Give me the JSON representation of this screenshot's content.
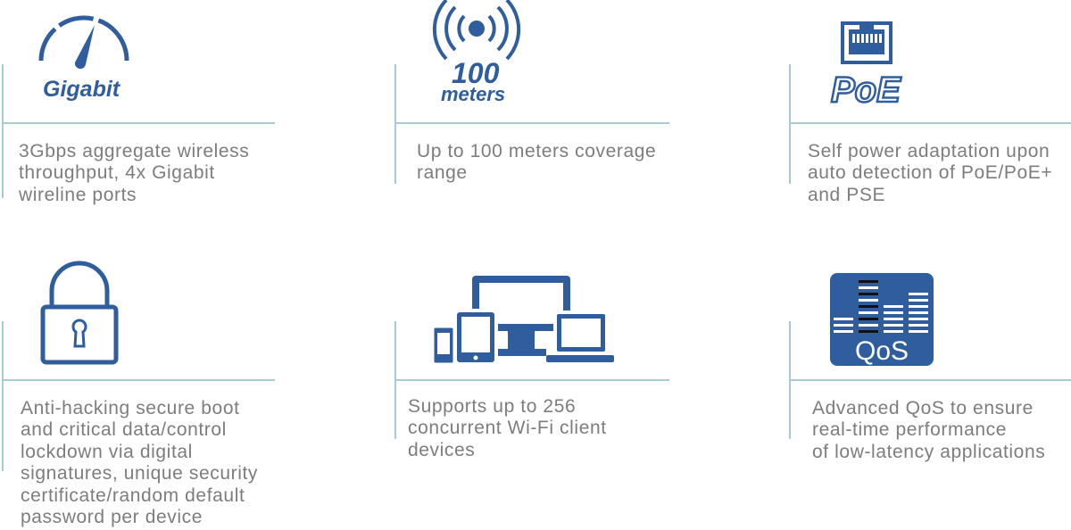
{
  "colors": {
    "icon_blue": "#2f5d9e",
    "divider": "#a9cbd6",
    "text_gray": "#7d7d7d"
  },
  "features": [
    {
      "icon": "gigabit-speedometer-icon",
      "icon_label": "Gigabit",
      "description": "3Gbps aggregate wireless\nthroughput, 4x Gigabit\nwireline ports"
    },
    {
      "icon": "wireless-range-icon",
      "icon_label_1": "100",
      "icon_label_2": "meters",
      "description": "Up to 100 meters coverage\nrange"
    },
    {
      "icon": "poe-ethernet-port-icon",
      "icon_label": "PoE",
      "description": "Self power adaptation upon\nauto detection of PoE/PoE+\nand PSE"
    },
    {
      "icon": "padlock-icon",
      "description": "Anti-hacking secure boot\nand critical data/control\nlockdown via digital\nsignatures, unique security\ncertificate/random default\npassword per device"
    },
    {
      "icon": "multi-device-icon",
      "description": "Supports up to 256\nconcurrent Wi-Fi client\ndevices"
    },
    {
      "icon": "qos-equalizer-icon",
      "icon_label": "QoS",
      "description": "Advanced QoS to ensure\nreal-time performance\nof low-latency applications"
    }
  ]
}
